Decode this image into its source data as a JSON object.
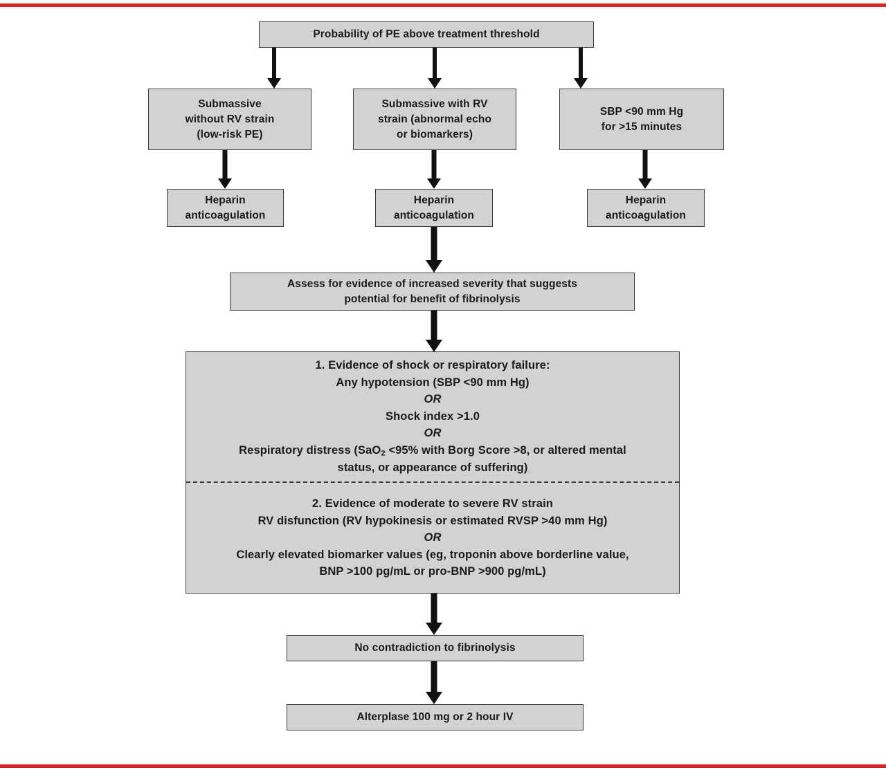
{
  "figure": {
    "type": "clinical-decision-flowchart",
    "title_top": "Probability of PE above treatment threshold",
    "accent_color": "#d8232a",
    "node_fill": "#d2d2d4",
    "node_border": "#3a3a3a",
    "arrow_color": "#111111"
  },
  "nodes": {
    "root": "Probability of PE above treatment threshold",
    "branch_left_line1": "Submassive",
    "branch_left_line2": "without RV strain",
    "branch_left_line3": "(low-risk PE)",
    "branch_mid_line1": "Submassive with RV",
    "branch_mid_line2": "strain (abnormal echo",
    "branch_mid_line3": "or biomarkers)",
    "branch_right_line1": "SBP <90 mm Hg",
    "branch_right_line2": "for >15 minutes",
    "heparin_line1": "Heparin",
    "heparin_line2": "anticoagulation",
    "assess_line1": "Assess for evidence of increased severity that suggests",
    "assess_line2": "potential for benefit of fibrinolysis",
    "criteria": {
      "part1": {
        "heading": "1. Evidence of shock or respiratory failure:",
        "item1": "Any hypotension (SBP <90 mm Hg)",
        "or1": "OR",
        "item2": "Shock index >1.0",
        "or2": "OR",
        "item3_a": "Respiratory distress (SaO",
        "item3_sub": "2",
        "item3_b": " <95% with Borg Score >8, or altered mental",
        "item3_c": "status, or appearance of suffering)"
      },
      "part2": {
        "heading": "2. Evidence of moderate to severe RV strain",
        "item1": "RV disfunction (RV hypokinesis or estimated RVSP >40 mm Hg)",
        "or1": "OR",
        "item2_a": "Clearly elevated biomarker values (eg, troponin above borderline value,",
        "item2_b": "BNP >100 pg/mL or pro-BNP >900 pg/mL)"
      }
    },
    "no_contradiction": "No contradiction to fibrinolysis",
    "alterplase": "Alterplase 100 mg or 2 hour IV"
  }
}
